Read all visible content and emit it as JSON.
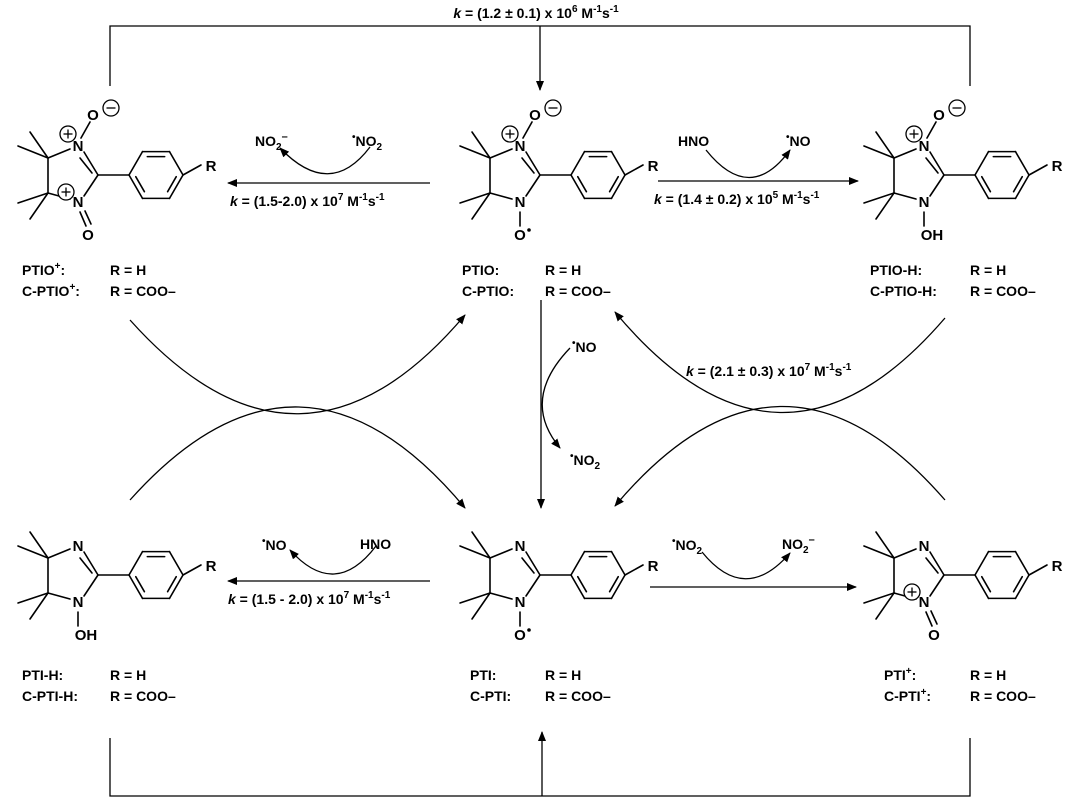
{
  "reactions": {
    "top": {
      "k": "k",
      "value": " = (1.2 ± 0.1) x 10",
      "exp": "6",
      "unit": " M",
      "unit_exp": "-1",
      "unit2": "s",
      "unit2_exp": "-1"
    },
    "ptio_to_plus": {
      "k": "k",
      "value": " = (1.5-2.0) x 10",
      "exp": "7",
      "unit": " M",
      "unit_exp": "-1",
      "unit2": "s",
      "unit2_exp": "-1",
      "left_species": "NO2–",
      "right_species": "NO2"
    },
    "ptio_to_h": {
      "k": "k",
      "value": " = (1.4 ± 0.2) x 10",
      "exp": "5",
      "unit": " M",
      "unit_exp": "-1",
      "unit2": "s",
      "unit2_exp": "-1",
      "left_species": "HNO",
      "right_species": "NO"
    },
    "right_mid": {
      "k": "k",
      "value": " = (2.1 ± 0.3) x 10",
      "exp": "7",
      "unit": " M",
      "unit_exp": "-1",
      "unit2": "s",
      "unit2_exp": "-1"
    },
    "center": {
      "in": "NO",
      "out": "NO",
      "out_sub": "2"
    },
    "pti_to_h": {
      "k": "k",
      "value": " = (1.5 - 2.0) x 10",
      "exp": "7",
      "unit": " M",
      "unit_exp": "-1",
      "unit2": "s",
      "unit2_exp": "-1",
      "left_species": "NO",
      "right_species": "HNO"
    },
    "pti_to_plus": {
      "left_species": "NO2",
      "right_species": "NO2–"
    }
  },
  "species": {
    "ptio_plus": {
      "name1": "PTIO",
      "sup1": "+",
      "colon1": ":",
      "r1": "R = H",
      "name2": "C-PTIO",
      "sup2": "+",
      "colon2": ":",
      "r2": "R = COO–"
    },
    "ptio": {
      "name1": "PTIO:",
      "r1": "R = H",
      "name2": "C-PTIO:",
      "r2": "R = COO–"
    },
    "ptio_h": {
      "name1": "PTIO-H:",
      "r1": "R = H",
      "name2": "C-PTIO-H:",
      "r2": "R = COO–"
    },
    "pti_h": {
      "name1": "PTI-H:",
      "r1": "R = H",
      "name2": "C-PTI-H:",
      "r2": "R = COO–"
    },
    "pti": {
      "name1": "PTI:",
      "r1": "R = H",
      "name2": "C-PTI:",
      "r2": "R = COO–"
    },
    "pti_plus": {
      "name1": "PTI",
      "sup1": "+",
      "colon1": ":",
      "r1": "R = H",
      "name2": "C-PTI",
      "sup2": "+",
      "colon2": ":",
      "r2": "R = COO–"
    }
  },
  "atoms": {
    "N": "N",
    "O": "O",
    "OH": "OH",
    "R": "R"
  }
}
